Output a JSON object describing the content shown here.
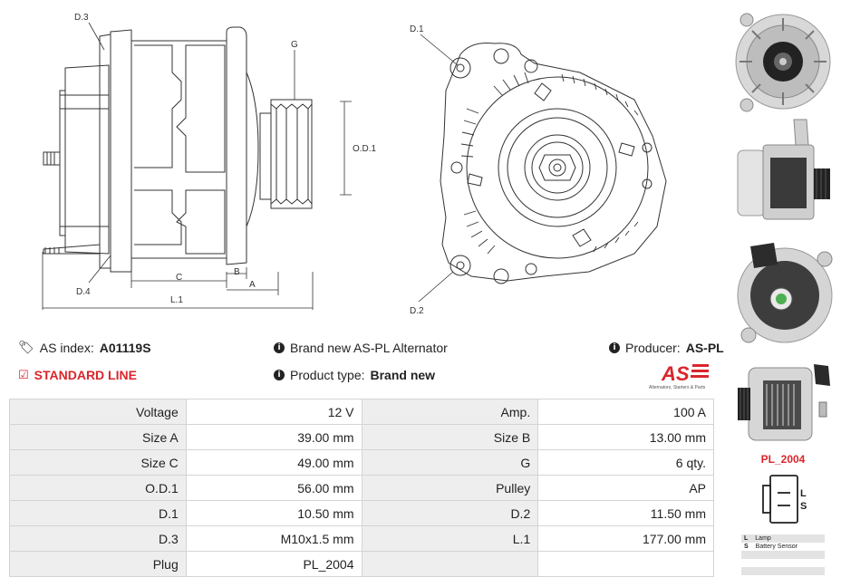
{
  "diagram": {
    "side_labels": {
      "d3": "D.3",
      "g": "G",
      "od1": "O.D.1",
      "d4": "D.4",
      "b": "B",
      "c": "C",
      "a": "A",
      "l1": "L.1"
    },
    "front_labels": {
      "d1": "D.1",
      "d2": "D.2"
    }
  },
  "info": {
    "as_index_label": "AS index:",
    "as_index_value": "A01119S",
    "standard_line": "STANDARD LINE",
    "brand_text": "Brand new AS-PL Alternator",
    "product_type_label": "Product type:",
    "product_type_value": "Brand new",
    "producer_label": "Producer:",
    "producer_value": "AS-PL"
  },
  "logo": {
    "mark": "AS",
    "tagline": "Alternators, Starters & Parts",
    "color": "#d9262c"
  },
  "specs": [
    {
      "label": "Voltage",
      "value": "12 V",
      "label2": "Amp.",
      "value2": "100 A"
    },
    {
      "label": "Size A",
      "value": "39.00 mm",
      "label2": "Size B",
      "value2": "13.00 mm"
    },
    {
      "label": "Size C",
      "value": "49.00 mm",
      "label2": "G",
      "value2": "6 qty."
    },
    {
      "label": "O.D.1",
      "value": "56.00 mm",
      "label2": "Pulley",
      "value2": "AP"
    },
    {
      "label": "D.1",
      "value": "10.50 mm",
      "label2": "D.2",
      "value2": "11.50 mm"
    },
    {
      "label": "D.3",
      "value": "M10x1.5 mm",
      "label2": "L.1",
      "value2": "177.00 mm"
    },
    {
      "label": "Plug",
      "value": "PL_2004",
      "label2": "",
      "value2": ""
    }
  ],
  "plug": {
    "name": "PL_2004",
    "pins": [
      "L",
      "S"
    ],
    "legend": [
      {
        "code": "L",
        "desc": "Lamp"
      },
      {
        "code": "S",
        "desc": "Battery Sensor"
      }
    ]
  },
  "icons": {
    "tag": "tag-icon",
    "info": "info-icon",
    "check": "checkbox-icon"
  },
  "colors": {
    "accent": "#d9262c",
    "label_bg": "#eeeeee",
    "border": "#d4d4d4"
  }
}
